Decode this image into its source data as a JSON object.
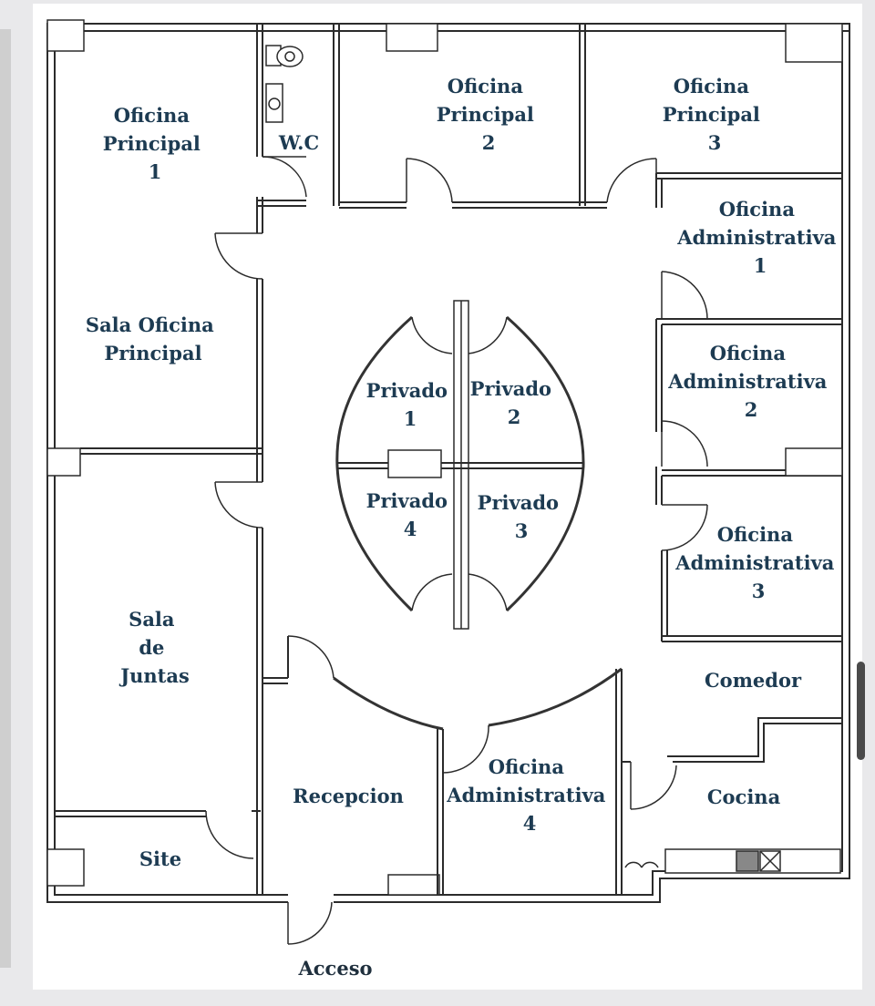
{
  "plan": {
    "rooms": {
      "oficina_principal_1": [
        "Oficina",
        "Principal",
        "1"
      ],
      "wc": [
        "W.C"
      ],
      "oficina_principal_2": [
        "Oficina",
        "Principal",
        "2"
      ],
      "oficina_principal_3": [
        "Oficina",
        "Principal",
        "3"
      ],
      "oficina_administrativa_1": [
        "Oficina",
        "Administrativa",
        "1"
      ],
      "sala_oficina_principal": [
        "Sala Oficina",
        "Principal"
      ],
      "oficina_administrativa_2": [
        "Oficina",
        "Administrativa",
        "2"
      ],
      "privado_1": [
        "Privado",
        "1"
      ],
      "privado_2": [
        "Privado",
        "2"
      ],
      "privado_4": [
        "Privado",
        "4"
      ],
      "privado_3": [
        "Privado",
        "3"
      ],
      "oficina_administrativa_3": [
        "Oficina",
        "Administrativa",
        "3"
      ],
      "sala_de_juntas": [
        "Sala",
        "de",
        "Juntas"
      ],
      "comedor": [
        "Comedor"
      ],
      "recepcion": [
        "Recepcion"
      ],
      "oficina_administrativa_4": [
        "Oficina",
        "Administrativa",
        "4"
      ],
      "cocina": [
        "Cocina"
      ],
      "site": [
        "Site"
      ],
      "acceso": [
        "Acceso"
      ]
    }
  },
  "colors": {
    "label": "#1d3b52",
    "wall": "#2b2b2b",
    "page_bg": "#e9e9eb",
    "sheet_bg": "#ffffff"
  }
}
